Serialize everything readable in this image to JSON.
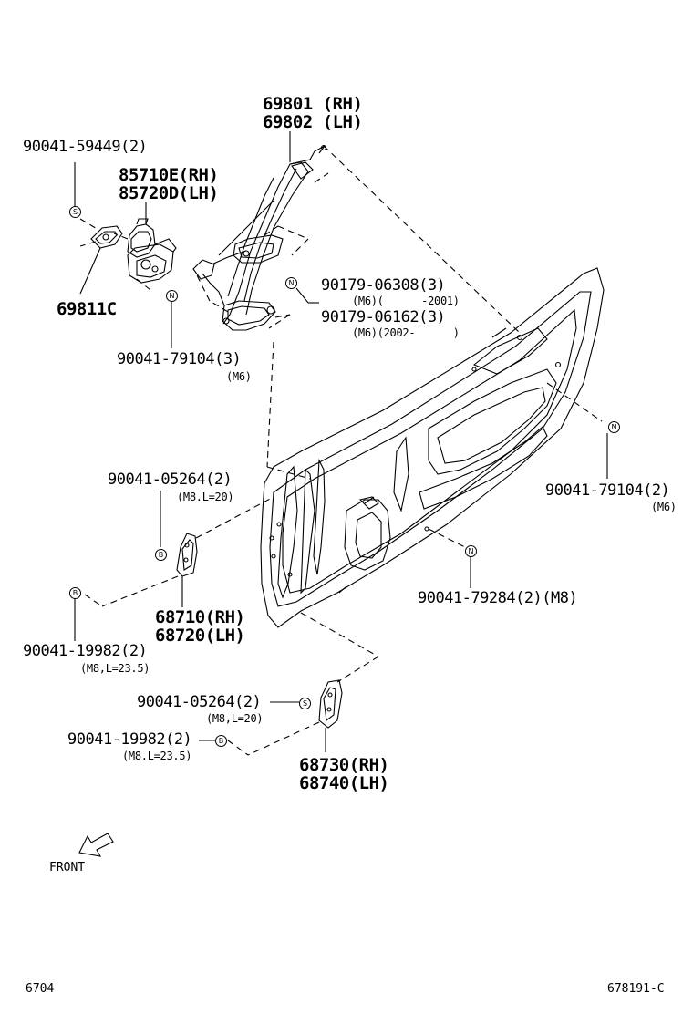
{
  "labels": {
    "regulator_rh": "69801 (RH)",
    "regulator_lh": "69802 (LH)",
    "screw_top": "90041-59449(2)",
    "motor_rh": "85710E(RH)",
    "motor_lh": "85720D(LH)",
    "cover": "69811C",
    "bolt_a": "90179-06308(3)",
    "bolt_a_note": "(M6)(      -2001)",
    "bolt_b": "90179-06162(3)",
    "bolt_b_note": "(M6)(2002-      )",
    "bolt_motor": "90041-79104(3)",
    "bolt_motor_note": "(M6)",
    "bolt_door_right": "90041-79104(2)",
    "bolt_door_right_note": "(M6)",
    "bolt_upper_hinge_s": "90041-05264(2)",
    "bolt_upper_hinge_s_note": "(M8.L=20)",
    "bolt_door_bottom": "90041-79284(2)(M8)",
    "upper_hinge_rh": "68710(RH)",
    "upper_hinge_lh": "68720(LH)",
    "bolt_upper_hinge_b": "90041-19982(2)",
    "bolt_upper_hinge_b_note": "(M8,L=23.5)",
    "bolt_lower_hinge_s": "90041-05264(2)",
    "bolt_lower_hinge_s_note": "(M8,L=20)",
    "bolt_lower_hinge_b": "90041-19982(2)",
    "bolt_lower_hinge_b_note": "(M8.L=23.5)",
    "lower_hinge_rh": "68730(RH)",
    "lower_hinge_lh": "68740(LH)",
    "front": "FRONT",
    "page_code": "6704",
    "diagram_code": "678191-C"
  },
  "callouts": {
    "s": "S",
    "n": "N",
    "b": "B"
  }
}
